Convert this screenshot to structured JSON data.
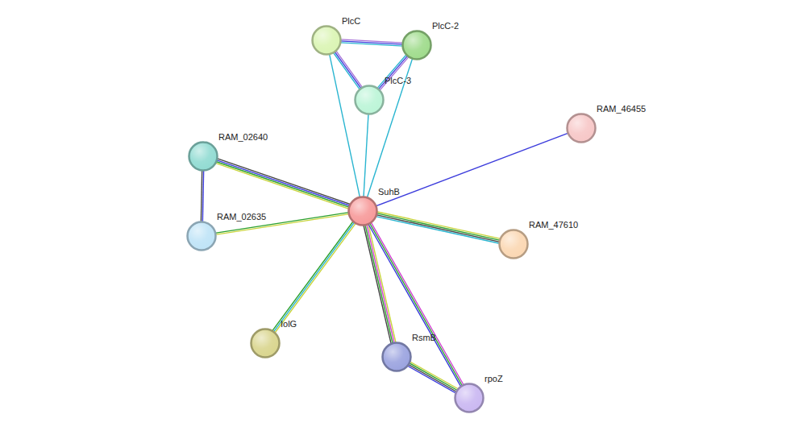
{
  "diagram": {
    "nodes": [
      {
        "text": [
          "PlcC"
        ]
      },
      {
        "text": [
          "PlcC-2"
        ]
      },
      {
        "text": [
          "PlcC-3"
        ]
      },
      {
        "text": [
          "RAM_46455"
        ]
      },
      {
        "text": [
          "RAM_02640"
        ]
      },
      {
        "text": [
          "SuhB"
        ]
      },
      {
        "text": [
          "RAM_02635"
        ]
      },
      {
        "text": [
          "RAM_47610"
        ]
      },
      {
        "text": [
          "IolG"
        ]
      },
      {
        "text": [
          "RsmB"
        ]
      },
      {
        "text": [
          "rpoZ"
        ]
      }
    ],
    "edges": [
      {
        "from": 5,
        "to": 0,
        "arrow": "none"
      },
      {
        "from": 5,
        "to": 1,
        "arrow": "none"
      },
      {
        "from": 5,
        "to": 2,
        "arrow": "none"
      },
      {
        "from": 0,
        "to": 1,
        "arrow": "none"
      },
      {
        "from": 0,
        "to": 2,
        "arrow": "none"
      },
      {
        "from": 1,
        "to": 2,
        "arrow": "none"
      },
      {
        "from": 5,
        "to": 3,
        "arrow": "none"
      },
      {
        "from": 5,
        "to": 4,
        "arrow": "none"
      },
      {
        "from": 5,
        "to": 6,
        "arrow": "none"
      },
      {
        "from": 4,
        "to": 6,
        "arrow": "none"
      },
      {
        "from": 5,
        "to": 7,
        "arrow": "none"
      },
      {
        "from": 5,
        "to": 8,
        "arrow": "none"
      },
      {
        "from": 5,
        "to": 9,
        "arrow": "none"
      },
      {
        "from": 5,
        "to": 10,
        "arrow": "none"
      },
      {
        "from": 9,
        "to": 10,
        "arrow": "none"
      }
    ]
  }
}
